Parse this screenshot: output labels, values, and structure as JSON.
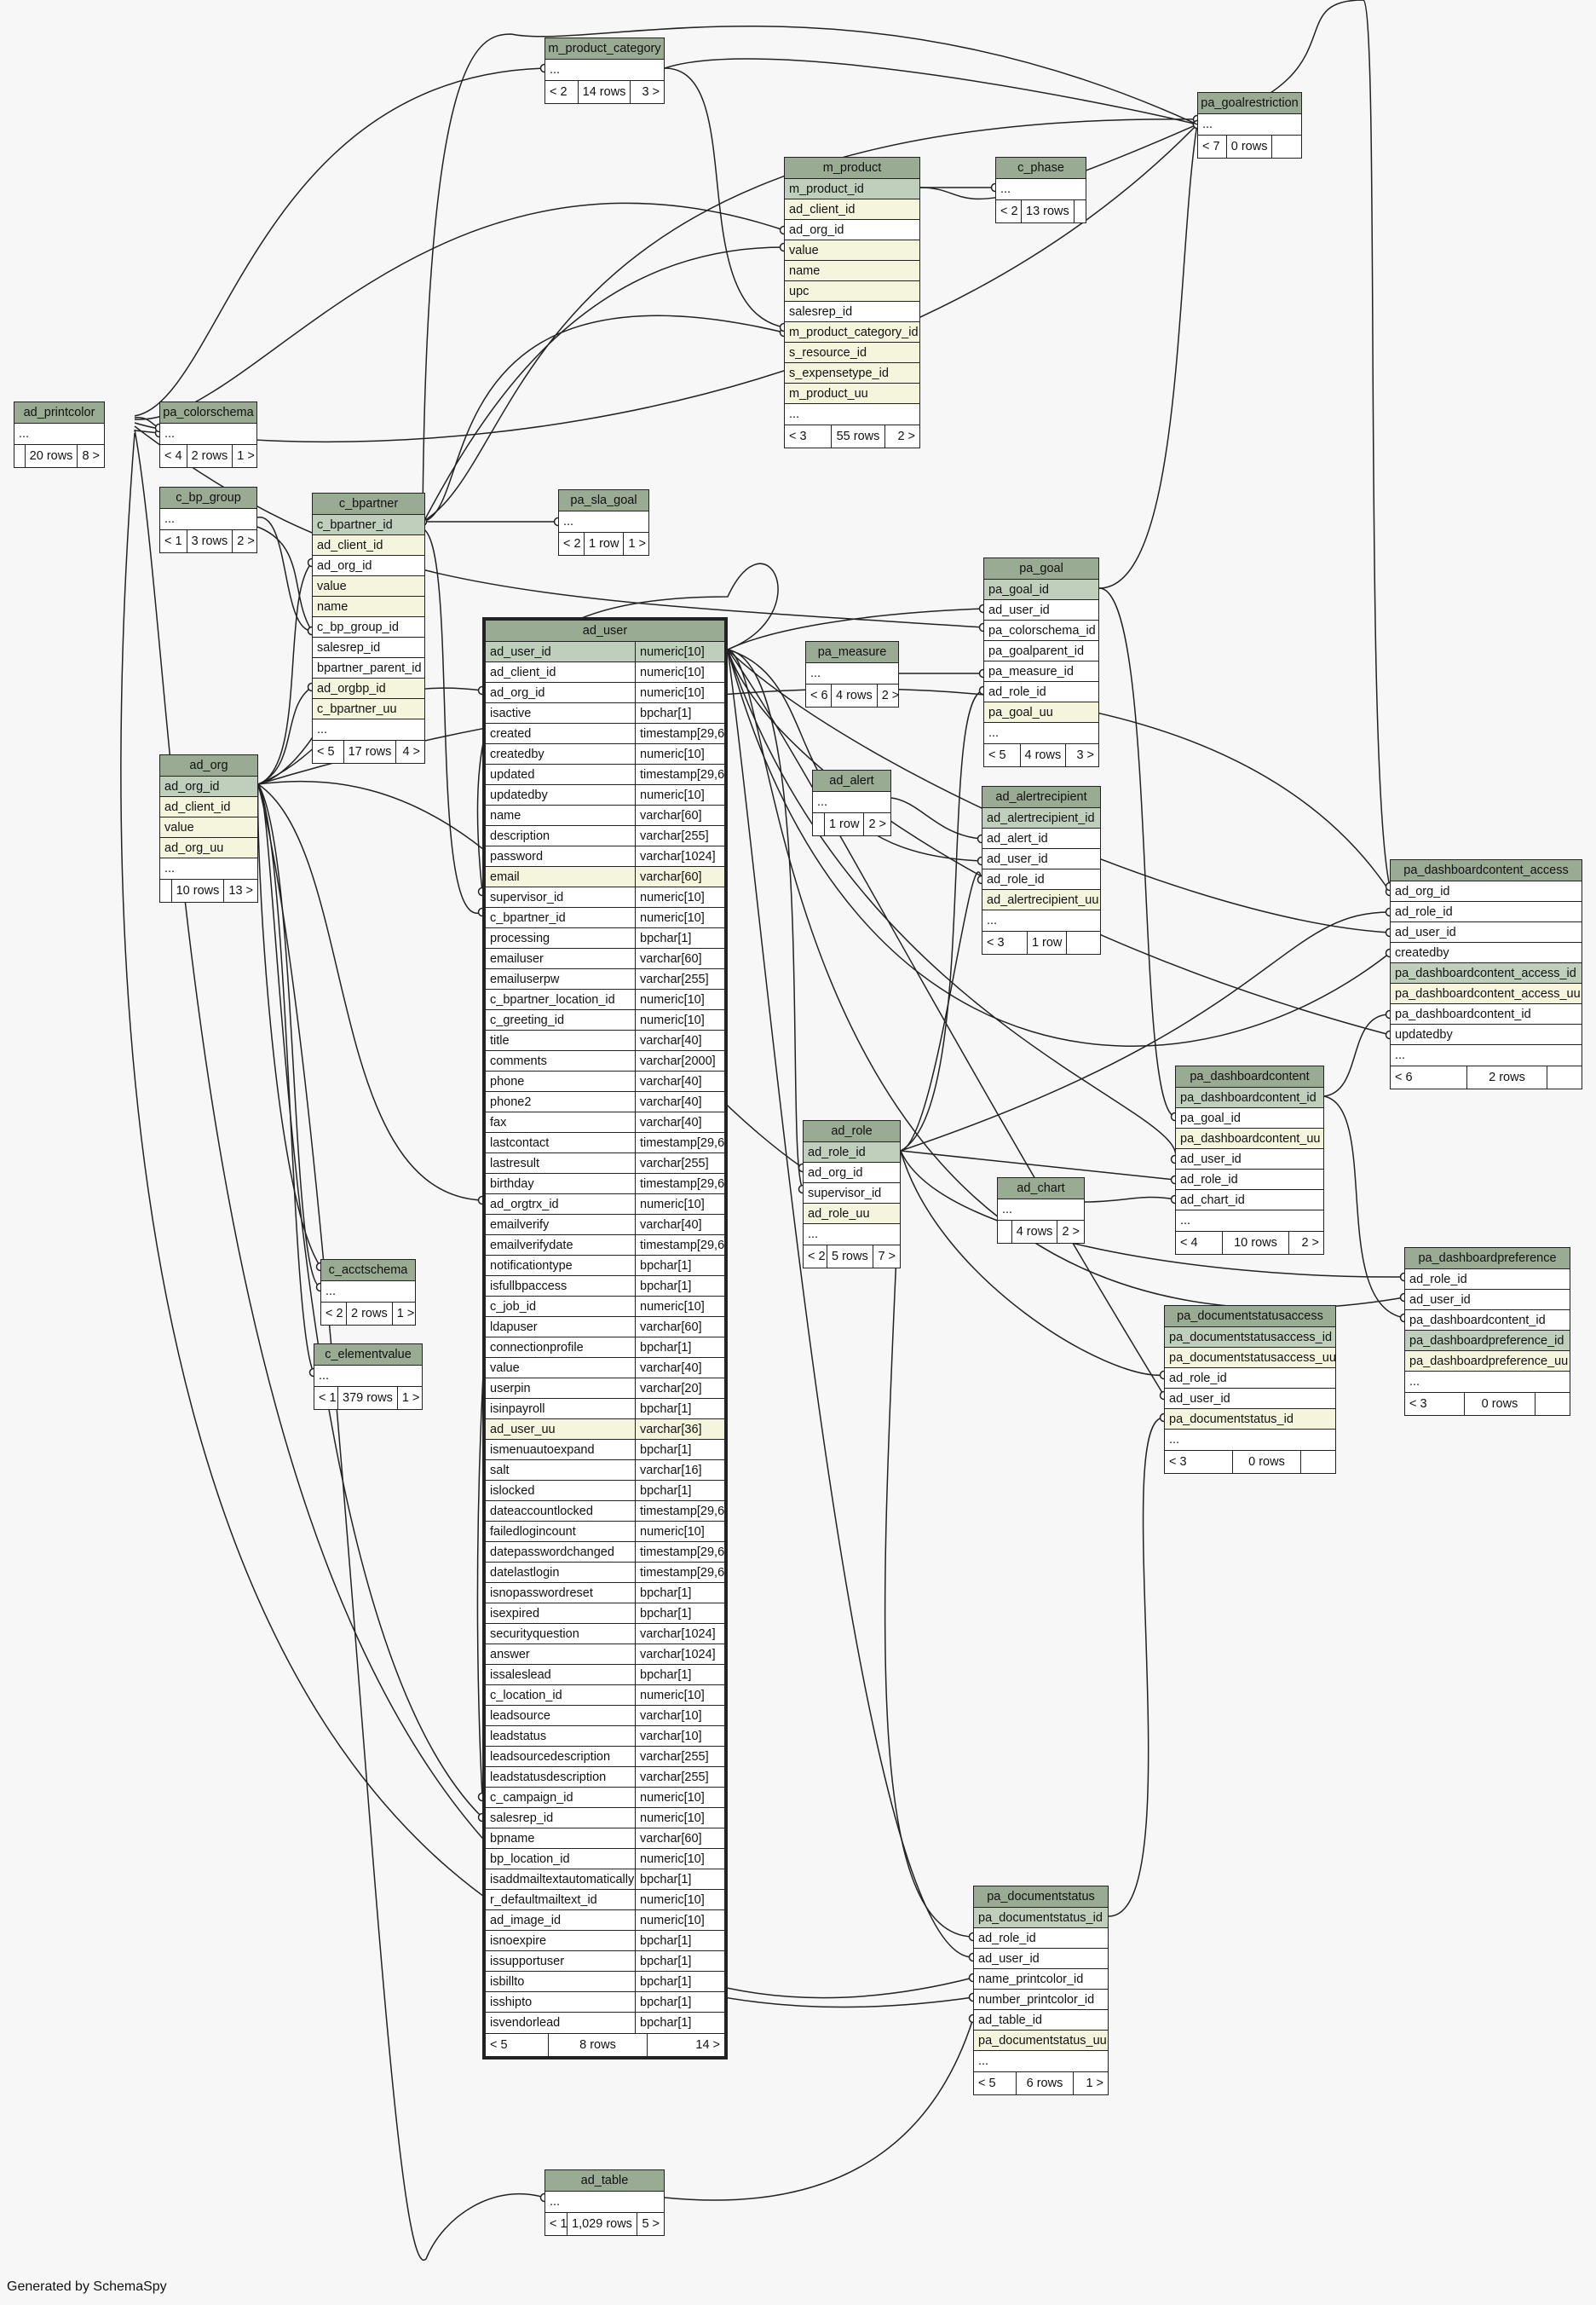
{
  "credit": "Generated by SchemaSpy",
  "tables": {
    "ad_user": {
      "title": "ad_user",
      "rows": [
        {
          "name": "ad_user_id",
          "type": "numeric[10]",
          "style": "pk"
        },
        {
          "name": "ad_client_id",
          "type": "numeric[10]"
        },
        {
          "name": "ad_org_id",
          "type": "numeric[10]"
        },
        {
          "name": "isactive",
          "type": "bpchar[1]"
        },
        {
          "name": "created",
          "type": "timestamp[29,6]"
        },
        {
          "name": "createdby",
          "type": "numeric[10]"
        },
        {
          "name": "updated",
          "type": "timestamp[29,6]"
        },
        {
          "name": "updatedby",
          "type": "numeric[10]"
        },
        {
          "name": "name",
          "type": "varchar[60]"
        },
        {
          "name": "description",
          "type": "varchar[255]"
        },
        {
          "name": "password",
          "type": "varchar[1024]"
        },
        {
          "name": "email",
          "type": "varchar[60]",
          "style": "idx"
        },
        {
          "name": "supervisor_id",
          "type": "numeric[10]"
        },
        {
          "name": "c_bpartner_id",
          "type": "numeric[10]"
        },
        {
          "name": "processing",
          "type": "bpchar[1]"
        },
        {
          "name": "emailuser",
          "type": "varchar[60]"
        },
        {
          "name": "emailuserpw",
          "type": "varchar[255]"
        },
        {
          "name": "c_bpartner_location_id",
          "type": "numeric[10]"
        },
        {
          "name": "c_greeting_id",
          "type": "numeric[10]"
        },
        {
          "name": "title",
          "type": "varchar[40]"
        },
        {
          "name": "comments",
          "type": "varchar[2000]"
        },
        {
          "name": "phone",
          "type": "varchar[40]"
        },
        {
          "name": "phone2",
          "type": "varchar[40]"
        },
        {
          "name": "fax",
          "type": "varchar[40]"
        },
        {
          "name": "lastcontact",
          "type": "timestamp[29,6]"
        },
        {
          "name": "lastresult",
          "type": "varchar[255]"
        },
        {
          "name": "birthday",
          "type": "timestamp[29,6]"
        },
        {
          "name": "ad_orgtrx_id",
          "type": "numeric[10]"
        },
        {
          "name": "emailverify",
          "type": "varchar[40]"
        },
        {
          "name": "emailverifydate",
          "type": "timestamp[29,6]"
        },
        {
          "name": "notificationtype",
          "type": "bpchar[1]"
        },
        {
          "name": "isfullbpaccess",
          "type": "bpchar[1]"
        },
        {
          "name": "c_job_id",
          "type": "numeric[10]"
        },
        {
          "name": "ldapuser",
          "type": "varchar[60]"
        },
        {
          "name": "connectionprofile",
          "type": "bpchar[1]"
        },
        {
          "name": "value",
          "type": "varchar[40]"
        },
        {
          "name": "userpin",
          "type": "varchar[20]"
        },
        {
          "name": "isinpayroll",
          "type": "bpchar[1]"
        },
        {
          "name": "ad_user_uu",
          "type": "varchar[36]",
          "style": "idx"
        },
        {
          "name": "ismenuautoexpand",
          "type": "bpchar[1]"
        },
        {
          "name": "salt",
          "type": "varchar[16]"
        },
        {
          "name": "islocked",
          "type": "bpchar[1]"
        },
        {
          "name": "dateaccountlocked",
          "type": "timestamp[29,6]"
        },
        {
          "name": "failedlogincount",
          "type": "numeric[10]"
        },
        {
          "name": "datepasswordchanged",
          "type": "timestamp[29,6]"
        },
        {
          "name": "datelastlogin",
          "type": "timestamp[29,6]"
        },
        {
          "name": "isnopasswordreset",
          "type": "bpchar[1]"
        },
        {
          "name": "isexpired",
          "type": "bpchar[1]"
        },
        {
          "name": "securityquestion",
          "type": "varchar[1024]"
        },
        {
          "name": "answer",
          "type": "varchar[1024]"
        },
        {
          "name": "issaleslead",
          "type": "bpchar[1]"
        },
        {
          "name": "c_location_id",
          "type": "numeric[10]"
        },
        {
          "name": "leadsource",
          "type": "varchar[10]"
        },
        {
          "name": "leadstatus",
          "type": "varchar[10]"
        },
        {
          "name": "leadsourcedescription",
          "type": "varchar[255]"
        },
        {
          "name": "leadstatusdescription",
          "type": "varchar[255]"
        },
        {
          "name": "c_campaign_id",
          "type": "numeric[10]"
        },
        {
          "name": "salesrep_id",
          "type": "numeric[10]"
        },
        {
          "name": "bpname",
          "type": "varchar[60]"
        },
        {
          "name": "bp_location_id",
          "type": "numeric[10]"
        },
        {
          "name": "isaddmailtextautomatically",
          "type": "bpchar[1]"
        },
        {
          "name": "r_defaultmailtext_id",
          "type": "numeric[10]"
        },
        {
          "name": "ad_image_id",
          "type": "numeric[10]"
        },
        {
          "name": "isnoexpire",
          "type": "bpchar[1]"
        },
        {
          "name": "issupportuser",
          "type": "bpchar[1]"
        },
        {
          "name": "isbillto",
          "type": "bpchar[1]"
        },
        {
          "name": "isshipto",
          "type": "bpchar[1]"
        },
        {
          "name": "isvendorlead",
          "type": "bpchar[1]"
        }
      ],
      "footer": [
        "< 5",
        "8 rows",
        "14 >"
      ]
    },
    "m_product_category": {
      "title": "m_product_category",
      "rows": [
        {
          "name": "..."
        }
      ],
      "footer": [
        "< 2",
        "14 rows",
        "3 >"
      ]
    },
    "pa_goalrestriction": {
      "title": "pa_goalrestriction",
      "rows": [
        {
          "name": "..."
        }
      ],
      "footer": [
        "< 7",
        "0 rows",
        ""
      ]
    },
    "m_product": {
      "title": "m_product",
      "rows": [
        {
          "name": "m_product_id",
          "style": "pk"
        },
        {
          "name": "ad_client_id",
          "style": "idx"
        },
        {
          "name": "ad_org_id"
        },
        {
          "name": "value",
          "style": "idx"
        },
        {
          "name": "name",
          "style": "idx"
        },
        {
          "name": "upc",
          "style": "idx"
        },
        {
          "name": "salesrep_id"
        },
        {
          "name": "m_product_category_id",
          "style": "idx"
        },
        {
          "name": "s_resource_id",
          "style": "idx"
        },
        {
          "name": "s_expensetype_id",
          "style": "idx"
        },
        {
          "name": "m_product_uu",
          "style": "idx"
        },
        {
          "name": "..."
        }
      ],
      "footer": [
        "< 3",
        "55 rows",
        "2 >"
      ]
    },
    "c_phase": {
      "title": "c_phase",
      "rows": [
        {
          "name": "..."
        }
      ],
      "footer": [
        "< 2",
        "13 rows",
        ""
      ]
    },
    "ad_printcolor": {
      "title": "ad_printcolor",
      "rows": [
        {
          "name": "..."
        }
      ],
      "footer": [
        "",
        "20 rows",
        "8 >"
      ]
    },
    "pa_colorschema": {
      "title": "pa_colorschema",
      "rows": [
        {
          "name": "..."
        }
      ],
      "footer": [
        "< 4",
        "2 rows",
        "1 >"
      ]
    },
    "c_bp_group": {
      "title": "c_bp_group",
      "rows": [
        {
          "name": "..."
        }
      ],
      "footer": [
        "< 1",
        "3 rows",
        "2 >"
      ]
    },
    "c_bpartner": {
      "title": "c_bpartner",
      "rows": [
        {
          "name": "c_bpartner_id",
          "style": "pk"
        },
        {
          "name": "ad_client_id",
          "style": "idx"
        },
        {
          "name": "ad_org_id"
        },
        {
          "name": "value",
          "style": "idx"
        },
        {
          "name": "name",
          "style": "idx"
        },
        {
          "name": "c_bp_group_id"
        },
        {
          "name": "salesrep_id"
        },
        {
          "name": "bpartner_parent_id"
        },
        {
          "name": "ad_orgbp_id",
          "style": "idx"
        },
        {
          "name": "c_bpartner_uu",
          "style": "idx"
        },
        {
          "name": "..."
        }
      ],
      "footer": [
        "< 5",
        "17 rows",
        "4 >"
      ]
    },
    "pa_sla_goal": {
      "title": "pa_sla_goal",
      "rows": [
        {
          "name": "..."
        }
      ],
      "footer": [
        "< 2",
        "1 row",
        "1 >"
      ]
    },
    "pa_goal": {
      "title": "pa_goal",
      "rows": [
        {
          "name": "pa_goal_id",
          "style": "pk"
        },
        {
          "name": "ad_user_id"
        },
        {
          "name": "pa_colorschema_id"
        },
        {
          "name": "pa_goalparent_id"
        },
        {
          "name": "pa_measure_id"
        },
        {
          "name": "ad_role_id"
        },
        {
          "name": "pa_goal_uu",
          "style": "idx"
        },
        {
          "name": "..."
        }
      ],
      "footer": [
        "< 5",
        "4 rows",
        "3 >"
      ]
    },
    "pa_measure": {
      "title": "pa_measure",
      "rows": [
        {
          "name": "..."
        }
      ],
      "footer": [
        "< 6",
        "4 rows",
        "2 >"
      ]
    },
    "ad_alert": {
      "title": "ad_alert",
      "rows": [
        {
          "name": "..."
        }
      ],
      "footer": [
        "",
        "1 row",
        "2 >"
      ]
    },
    "ad_alertrecipient": {
      "title": "ad_alertrecipient",
      "rows": [
        {
          "name": "ad_alertrecipient_id",
          "style": "pk"
        },
        {
          "name": "ad_alert_id"
        },
        {
          "name": "ad_user_id"
        },
        {
          "name": "ad_role_id"
        },
        {
          "name": "ad_alertrecipient_uu",
          "style": "idx"
        },
        {
          "name": "..."
        }
      ],
      "footer": [
        "< 3",
        "1 row",
        ""
      ]
    },
    "ad_org": {
      "title": "ad_org",
      "rows": [
        {
          "name": "ad_org_id",
          "style": "pk"
        },
        {
          "name": "ad_client_id",
          "style": "idx"
        },
        {
          "name": "value",
          "style": "idx"
        },
        {
          "name": "ad_org_uu",
          "style": "idx"
        },
        {
          "name": "..."
        }
      ],
      "footer": [
        "",
        "10 rows",
        "13 >"
      ]
    },
    "pa_dashboardcontent_access": {
      "title": "pa_dashboardcontent_access",
      "rows": [
        {
          "name": "ad_org_id"
        },
        {
          "name": "ad_role_id"
        },
        {
          "name": "ad_user_id"
        },
        {
          "name": "createdby"
        },
        {
          "name": "pa_dashboardcontent_access_id",
          "style": "pk"
        },
        {
          "name": "pa_dashboardcontent_access_uu",
          "style": "idx"
        },
        {
          "name": "pa_dashboardcontent_id"
        },
        {
          "name": "updatedby"
        },
        {
          "name": "..."
        }
      ],
      "footer": [
        "< 6",
        "2 rows",
        ""
      ]
    },
    "pa_dashboardcontent": {
      "title": "pa_dashboardcontent",
      "rows": [
        {
          "name": "pa_dashboardcontent_id",
          "style": "pk"
        },
        {
          "name": "pa_goal_id"
        },
        {
          "name": "pa_dashboardcontent_uu",
          "style": "idx"
        },
        {
          "name": "ad_user_id"
        },
        {
          "name": "ad_role_id"
        },
        {
          "name": "ad_chart_id"
        },
        {
          "name": "..."
        }
      ],
      "footer": [
        "< 4",
        "10 rows",
        "2 >"
      ]
    },
    "ad_role": {
      "title": "ad_role",
      "rows": [
        {
          "name": "ad_role_id",
          "style": "pk"
        },
        {
          "name": "ad_org_id"
        },
        {
          "name": "supervisor_id"
        },
        {
          "name": "ad_role_uu",
          "style": "idx"
        },
        {
          "name": "..."
        }
      ],
      "footer": [
        "< 2",
        "5 rows",
        "7 >"
      ]
    },
    "ad_chart": {
      "title": "ad_chart",
      "rows": [
        {
          "name": "..."
        }
      ],
      "footer": [
        "",
        "4 rows",
        "2 >"
      ]
    },
    "pa_dashboardpreference": {
      "title": "pa_dashboardpreference",
      "rows": [
        {
          "name": "ad_role_id"
        },
        {
          "name": "ad_user_id"
        },
        {
          "name": "pa_dashboardcontent_id"
        },
        {
          "name": "pa_dashboardpreference_id",
          "style": "pk"
        },
        {
          "name": "pa_dashboardpreference_uu",
          "style": "idx"
        },
        {
          "name": "..."
        }
      ],
      "footer": [
        "< 3",
        "0 rows",
        ""
      ]
    },
    "c_acctschema": {
      "title": "c_acctschema",
      "rows": [
        {
          "name": "..."
        }
      ],
      "footer": [
        "< 2",
        "2 rows",
        "1 >"
      ]
    },
    "pa_documentstatusaccess": {
      "title": "pa_documentstatusaccess",
      "rows": [
        {
          "name": "pa_documentstatusaccess_id",
          "style": "pk"
        },
        {
          "name": "pa_documentstatusaccess_uu",
          "style": "idx"
        },
        {
          "name": "ad_role_id"
        },
        {
          "name": "ad_user_id"
        },
        {
          "name": "pa_documentstatus_id",
          "style": "idx"
        },
        {
          "name": "..."
        }
      ],
      "footer": [
        "< 3",
        "0 rows",
        ""
      ]
    },
    "c_elementvalue": {
      "title": "c_elementvalue",
      "rows": [
        {
          "name": "..."
        }
      ],
      "footer": [
        "< 1",
        "379 rows",
        "1 >"
      ]
    },
    "pa_documentstatus": {
      "title": "pa_documentstatus",
      "rows": [
        {
          "name": "pa_documentstatus_id",
          "style": "pk"
        },
        {
          "name": "ad_role_id"
        },
        {
          "name": "ad_user_id"
        },
        {
          "name": "name_printcolor_id"
        },
        {
          "name": "number_printcolor_id"
        },
        {
          "name": "ad_table_id"
        },
        {
          "name": "pa_documentstatus_uu",
          "style": "idx"
        },
        {
          "name": "..."
        }
      ],
      "footer": [
        "< 5",
        "6 rows",
        "1 >"
      ]
    },
    "ad_table": {
      "title": "ad_table",
      "rows": [
        {
          "name": "..."
        }
      ],
      "footer": [
        "< 1",
        "1,029 rows",
        "5 >"
      ]
    }
  }
}
